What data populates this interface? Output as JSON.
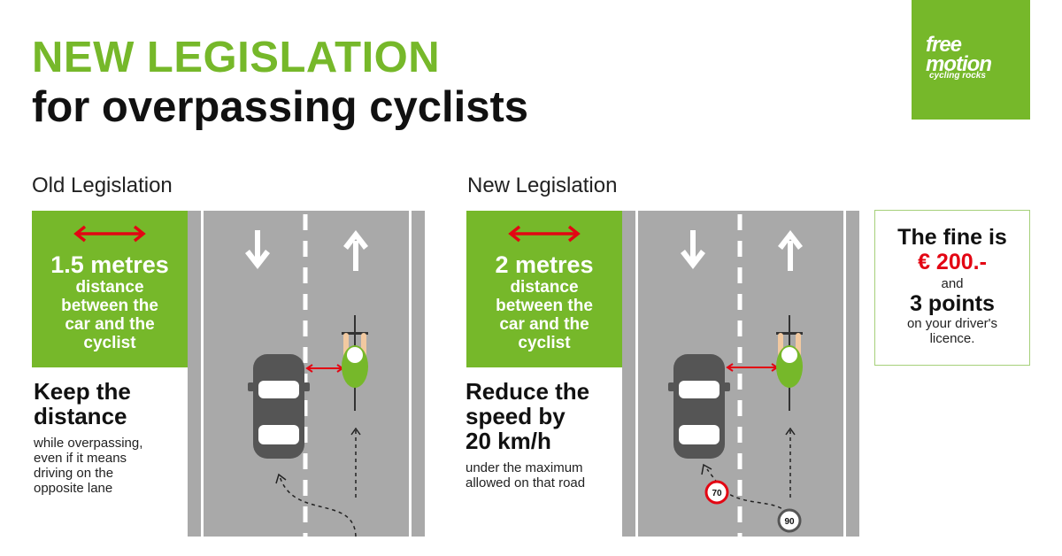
{
  "header": {
    "title_line1": "NEW LEGISLATION",
    "title_line2": "for overpassing cyclists"
  },
  "logo": {
    "line1": "free",
    "line2": "motion",
    "tagline": "cycling rocks",
    "color": "#76b82a"
  },
  "old": {
    "heading": "Old Legislation",
    "distance": "1.5 metres",
    "distance_desc": [
      "distance",
      "between the",
      "car and the",
      "cyclist"
    ],
    "rule_title": [
      "Keep the",
      "distance"
    ],
    "rule_desc": [
      "while overpassing,",
      "even if it means",
      "driving on the",
      "opposite lane"
    ]
  },
  "new": {
    "heading": "New Legislation",
    "distance": "2 metres",
    "distance_desc": [
      "distance",
      "between the",
      "car and the",
      "cyclist"
    ],
    "rule_title": [
      "Reduce the",
      "speed by",
      "20 km/h"
    ],
    "rule_desc": [
      "under the maximum",
      "allowed on that road"
    ],
    "sign_low": "70",
    "sign_high": "90"
  },
  "fine": {
    "line1": "The fine is",
    "amount": "€ 200.-",
    "and": "and",
    "points": "3 points",
    "points_desc": [
      "on your driver's",
      "licence."
    ]
  },
  "colors": {
    "green": "#76b82a",
    "road": "#a9a9a9",
    "red": "#e30613",
    "car": "#555555"
  }
}
